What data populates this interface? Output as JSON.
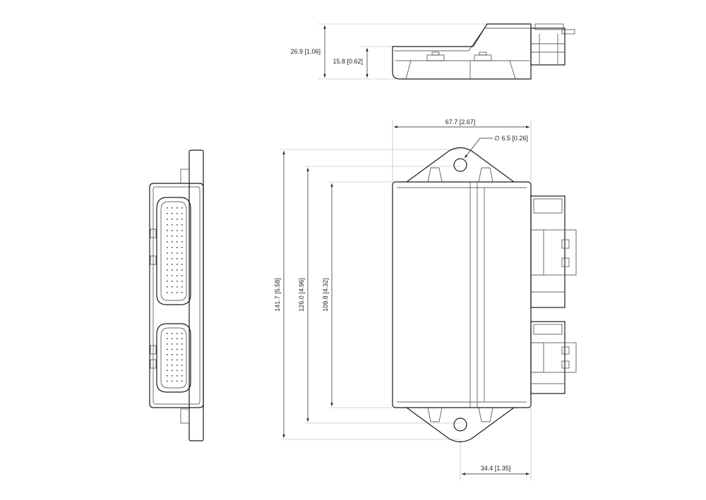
{
  "dimensions": {
    "total_height": "26.9 [1.06]",
    "body_height": "15.8 [0.62]",
    "width": "67.7  [2.67]",
    "hole_dia": "∅ 6.5 [0.26]",
    "length_overall": "141.7  [5.58]",
    "length_holes": "126.0  [4.96]",
    "length_body": "109.8  [4.32]",
    "half_width": "34.4  [1.35]"
  }
}
